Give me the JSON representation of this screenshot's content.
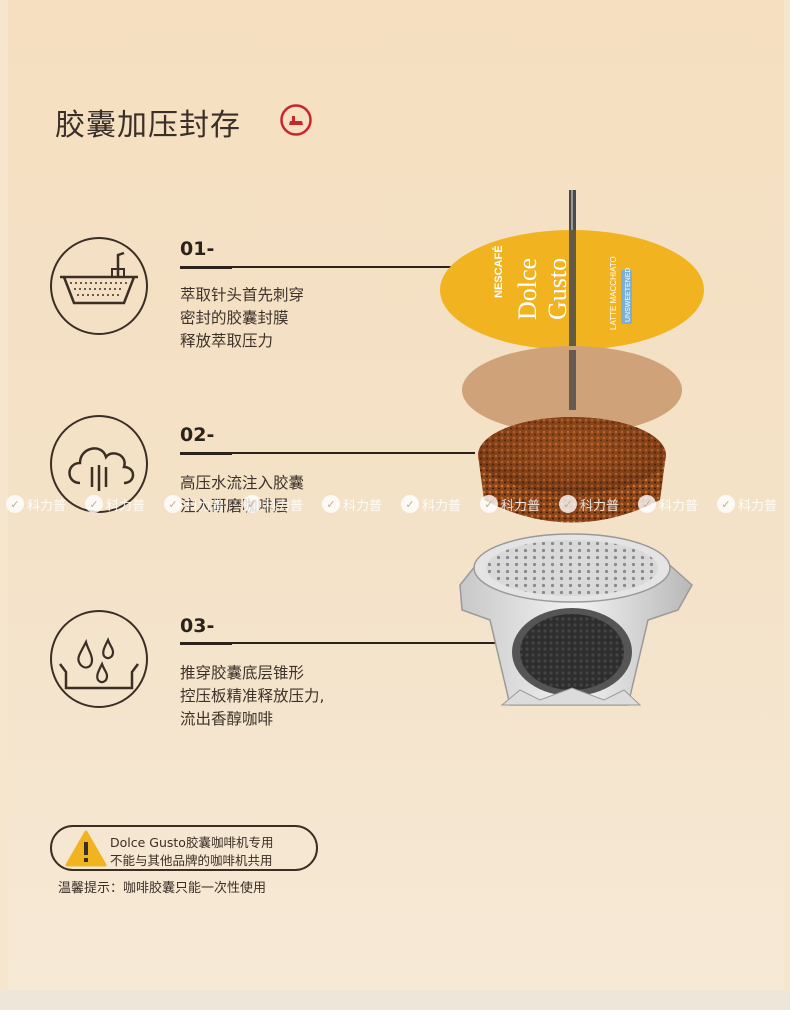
{
  "title": "胶囊加压封存",
  "icons": {
    "title": "lid-seal-icon",
    "step1": "filter-basket-icon",
    "step2": "cloud-water-icon",
    "step3": "water-drops-icon",
    "warning": "warning-icon"
  },
  "steps": [
    {
      "number": "01-",
      "lines": [
        "萃取针头首先刺穿",
        "密封的胶囊封膜",
        "释放萃取压力"
      ]
    },
    {
      "number": "02-",
      "lines": [
        "高压水流注入胶囊",
        "注入研磨咖啡层"
      ]
    },
    {
      "number": "03-",
      "lines": [
        "推穿胶囊底层锥形",
        "控压板精准释放压力,",
        "流出香醇咖啡"
      ]
    }
  ],
  "capsule": {
    "brand": "NESCAFÉ",
    "product_line1": "Dolce",
    "product_line2": "Gusto",
    "flavor": "LATTE MACCHIATO",
    "variant": "UNSWEETENED"
  },
  "watermark": {
    "text": "科力普",
    "count": 10
  },
  "warning": {
    "line1": "Dolce Gusto胶囊咖啡机专用",
    "line2": "不能与其他品牌的咖啡机共用"
  },
  "tip": "温馨提示：咖啡胶囊只能一次性使用",
  "colors": {
    "background": "#f5dfc0",
    "accent_red": "#c8262b",
    "capsule_yellow": "#f2b320",
    "text": "#3a2e25"
  }
}
